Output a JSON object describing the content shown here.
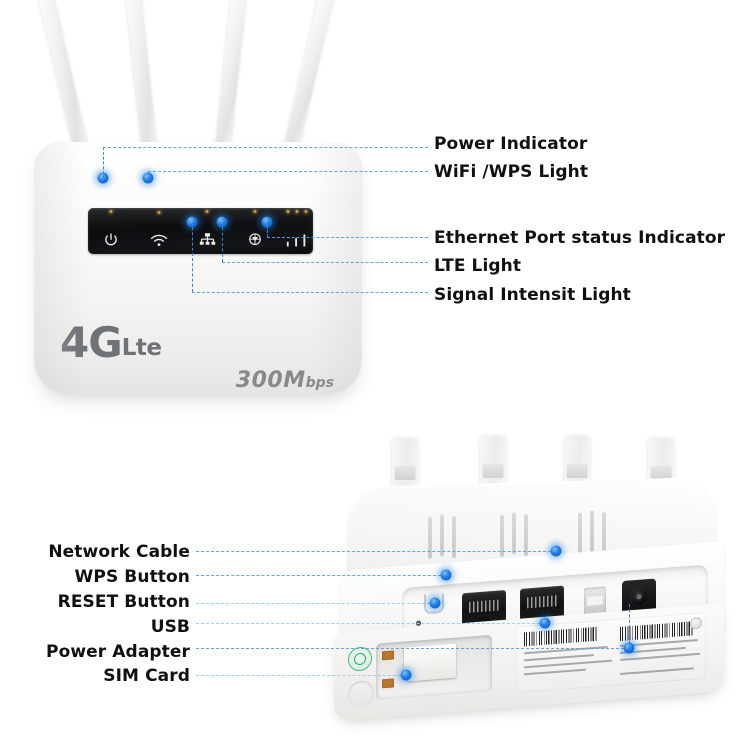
{
  "page": {
    "background_color": "#ffffff",
    "accent_color": "#1f7ae0",
    "dash_color": "#5a9fe8",
    "label_color": "#101010"
  },
  "front_view": {
    "name": "4G LTE router front view",
    "brand": {
      "primary": "4G",
      "secondary": "Lte"
    },
    "speed": {
      "value": "300M",
      "unit": "bps"
    },
    "led_panel": {
      "name": "indicator-led-panel",
      "leds": [
        {
          "id": "power",
          "icon": "power-icon",
          "label": "Power Indicator"
        },
        {
          "id": "wifi",
          "icon": "wifi-icon",
          "label": "WiFi /WPS Light"
        },
        {
          "id": "ethernet",
          "icon": "ethernet-icon",
          "label": "Ethernet Port status Indicator"
        },
        {
          "id": "lte",
          "icon": "lte-globe-icon",
          "label": "LTE Light"
        },
        {
          "id": "signal",
          "icon": "signal-bars-icon",
          "label": "Signal Intensit Light"
        }
      ]
    },
    "antenna_count": 4,
    "callouts": [
      {
        "label": "Power Indicator",
        "target": "power"
      },
      {
        "label": "WiFi /WPS Light",
        "target": "wifi"
      },
      {
        "label": "Ethernet Port status Indicator",
        "target": "ethernet"
      },
      {
        "label": "LTE Light",
        "target": "lte"
      },
      {
        "label": "Signal Intensit Light",
        "target": "signal"
      }
    ]
  },
  "back_view": {
    "name": "4G LTE router rear and underside view",
    "antenna_count": 4,
    "ports": [
      {
        "id": "network-cable",
        "label": "Network Cable"
      },
      {
        "id": "wps-button",
        "label": "WPS Button"
      },
      {
        "id": "reset-button",
        "label": "RESET Button"
      },
      {
        "id": "usb",
        "label": "USB"
      },
      {
        "id": "power-adapter",
        "label": "Power Adapter"
      },
      {
        "id": "sim-card",
        "label": "SIM Card"
      }
    ],
    "callouts": [
      {
        "label": "Network Cable"
      },
      {
        "label": "WPS Button"
      },
      {
        "label": "RESET Button"
      },
      {
        "label": "USB"
      },
      {
        "label": "Power Adapter"
      },
      {
        "label": "SIM Card"
      }
    ]
  }
}
